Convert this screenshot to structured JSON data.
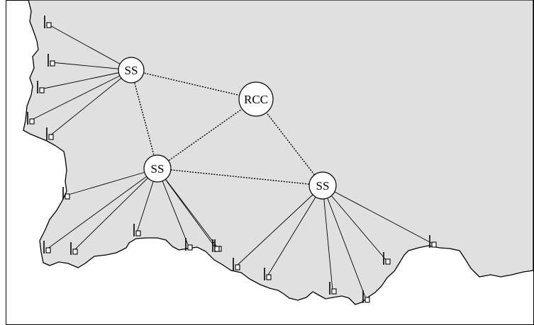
{
  "colors": {
    "land": "#e0e0e0",
    "sea": "#ffffff",
    "node_fill": "#ffffff",
    "line": "#000000"
  },
  "nodes": [
    {
      "id": "ss1",
      "label": "SS"
    },
    {
      "id": "rcc",
      "label": "RCC"
    },
    {
      "id": "ss2",
      "label": "SS"
    },
    {
      "id": "ss3",
      "label": "SS"
    }
  ],
  "backbone_links": [
    [
      "ss1",
      "rcc"
    ],
    [
      "ss1",
      "ss2"
    ],
    [
      "rcc",
      "ss2"
    ],
    [
      "rcc",
      "ss3"
    ],
    [
      "ss2",
      "ss3"
    ]
  ],
  "base_station_groups": [
    {
      "node": "ss1",
      "count": 5,
      "icon": "base-station-icon"
    },
    {
      "node": "ss2",
      "count": 7,
      "icon": "base-station-icon"
    },
    {
      "node": "ss3",
      "count": 6,
      "icon": "base-station-icon"
    }
  ]
}
